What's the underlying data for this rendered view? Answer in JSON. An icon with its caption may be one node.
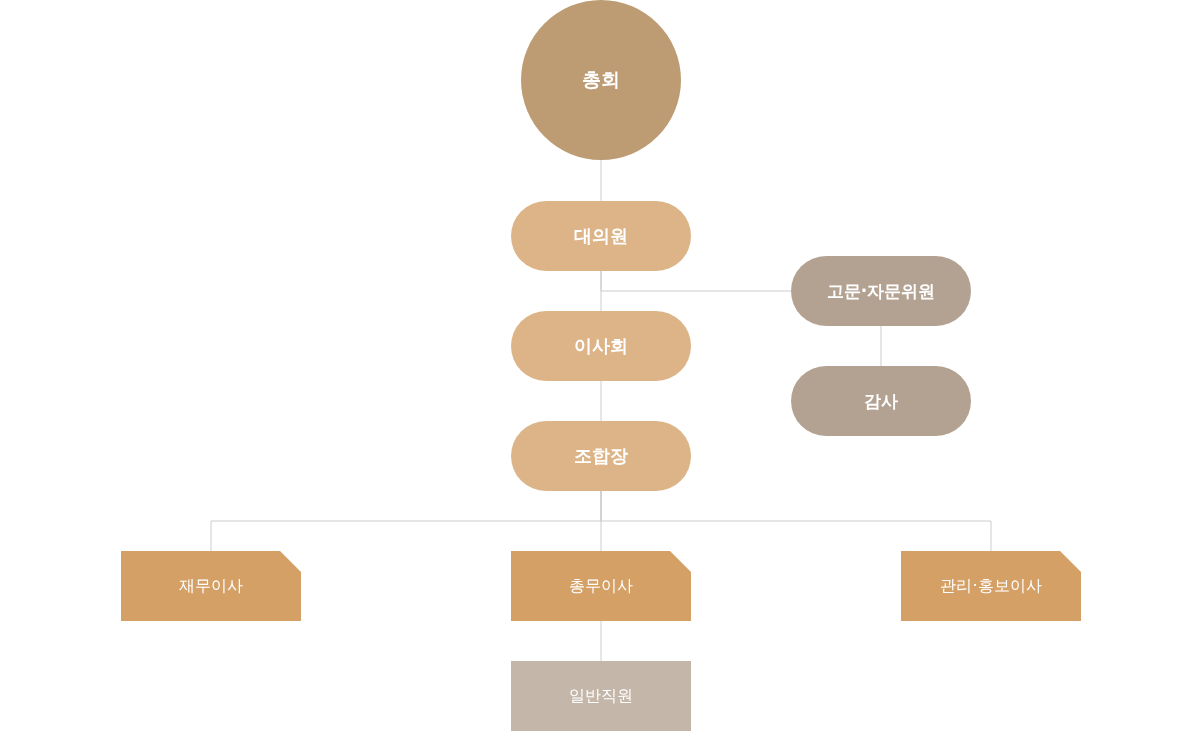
{
  "diagram": {
    "nodes": [
      {
        "text": [
          "총회"
        ]
      },
      {
        "text": [
          "대의원"
        ]
      },
      {
        "text": [
          "고문·자문위원"
        ]
      },
      {
        "text": [
          "이사회"
        ]
      },
      {
        "text": [
          "감사"
        ]
      },
      {
        "text": [
          "조합장"
        ]
      },
      {
        "text": [
          "재무이사"
        ]
      },
      {
        "text": [
          "총무이사"
        ]
      },
      {
        "text": [
          "관리·홍보이사"
        ]
      },
      {
        "text": [
          "일반직원"
        ]
      }
    ],
    "edges": [
      {
        "from": 0,
        "to": 1,
        "arrow": "none"
      },
      {
        "from": 1,
        "to": 3,
        "arrow": "none"
      },
      {
        "from": 1,
        "to": 2,
        "arrow": "none"
      },
      {
        "from": 2,
        "to": 4,
        "arrow": "none"
      },
      {
        "from": 3,
        "to": 5,
        "arrow": "none"
      },
      {
        "from": 5,
        "to": 6,
        "arrow": "none"
      },
      {
        "from": 5,
        "to": 7,
        "arrow": "none"
      },
      {
        "from": 5,
        "to": 8,
        "arrow": "none"
      },
      {
        "from": 7,
        "to": 9,
        "arrow": "none"
      }
    ]
  }
}
